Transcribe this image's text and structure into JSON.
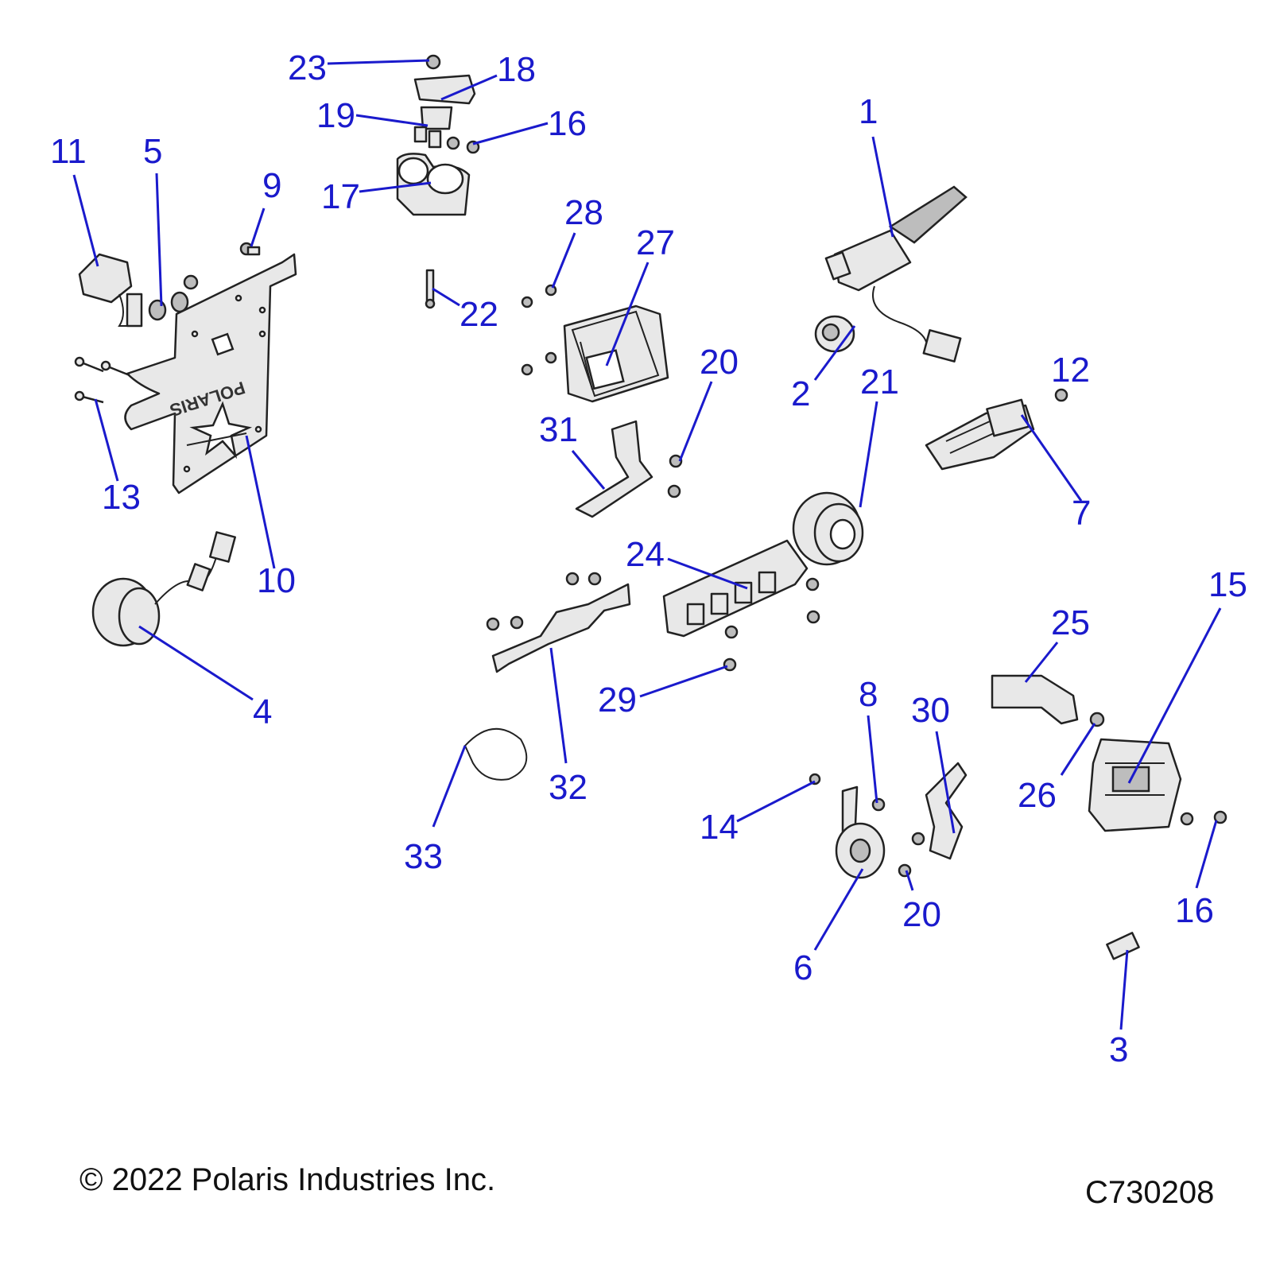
{
  "callouts": [
    {
      "id": "c1",
      "label": "1"
    },
    {
      "id": "c2",
      "label": "2"
    },
    {
      "id": "c3",
      "label": "3"
    },
    {
      "id": "c4",
      "label": "4"
    },
    {
      "id": "c5",
      "label": "5"
    },
    {
      "id": "c6",
      "label": "6"
    },
    {
      "id": "c7",
      "label": "7"
    },
    {
      "id": "c8",
      "label": "8"
    },
    {
      "id": "c9",
      "label": "9"
    },
    {
      "id": "c10",
      "label": "10"
    },
    {
      "id": "c11",
      "label": "11"
    },
    {
      "id": "c12",
      "label": "12"
    },
    {
      "id": "c13",
      "label": "13"
    },
    {
      "id": "c14",
      "label": "14"
    },
    {
      "id": "c15",
      "label": "15"
    },
    {
      "id": "c16a",
      "label": "16"
    },
    {
      "id": "c16b",
      "label": "16"
    },
    {
      "id": "c17",
      "label": "17"
    },
    {
      "id": "c18",
      "label": "18"
    },
    {
      "id": "c19",
      "label": "19"
    },
    {
      "id": "c20a",
      "label": "20"
    },
    {
      "id": "c20b",
      "label": "20"
    },
    {
      "id": "c21",
      "label": "21"
    },
    {
      "id": "c22",
      "label": "22"
    },
    {
      "id": "c23",
      "label": "23"
    },
    {
      "id": "c24",
      "label": "24"
    },
    {
      "id": "c25",
      "label": "25"
    },
    {
      "id": "c26",
      "label": "26"
    },
    {
      "id": "c27",
      "label": "27"
    },
    {
      "id": "c28",
      "label": "28"
    },
    {
      "id": "c29",
      "label": "29"
    },
    {
      "id": "c30",
      "label": "30"
    },
    {
      "id": "c31",
      "label": "31"
    },
    {
      "id": "c32",
      "label": "32"
    },
    {
      "id": "c33",
      "label": "33"
    }
  ],
  "plate_logo_text": "POLARIS",
  "footer": {
    "copyright": "© 2022 Polaris Industries Inc.",
    "figure_id": "C730208"
  },
  "colors": {
    "callout": "#1a1acc",
    "outline": "#222222"
  }
}
